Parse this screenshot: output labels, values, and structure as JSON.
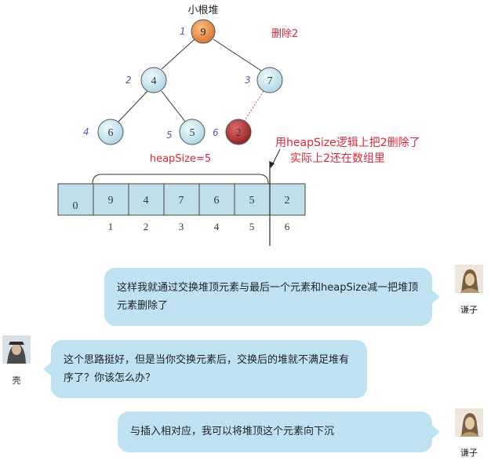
{
  "heap": {
    "title": "小根堆",
    "delete_label": "删除2",
    "nodes": [
      {
        "index": "1",
        "value": "9",
        "state": "root"
      },
      {
        "index": "2",
        "value": "4",
        "state": "normal"
      },
      {
        "index": "3",
        "value": "7",
        "state": "normal"
      },
      {
        "index": "4",
        "value": "6",
        "state": "normal"
      },
      {
        "index": "5",
        "value": "5",
        "state": "normal"
      },
      {
        "index": "6",
        "value": "2",
        "state": "deleted"
      }
    ],
    "heapsize_label": "heapSize=5",
    "note_line1": "用heapSize逻辑上把2删除了",
    "note_line2": "实际上2还在数组里",
    "array_values": [
      "0",
      "9",
      "4",
      "7",
      "6",
      "5",
      "2"
    ],
    "array_indices": [
      "1",
      "2",
      "3",
      "4",
      "5",
      "6"
    ],
    "colors": {
      "node_fill": "#cfe7ef",
      "root_fill": "#ee8f45",
      "deleted_fill": "#b23a3a",
      "array_fill": "#bfe0ea",
      "annotation_red": "#d9283a",
      "index_purple": "#5a5aa8"
    }
  },
  "chat": [
    {
      "sender": "谦子",
      "side": "right",
      "text": "这样我就通过交换堆顶元素与最后一个元素和heapSize减一把堆顶元素删除了"
    },
    {
      "sender": "壳",
      "side": "left",
      "text": "这个思路挺好，但是当你交换元素后，交换后的堆就不满足堆有序了？你该怎么办？"
    },
    {
      "sender": "谦子",
      "side": "right",
      "text": "与插入相对应，我可以将堆顶这个元素向下沉"
    }
  ]
}
